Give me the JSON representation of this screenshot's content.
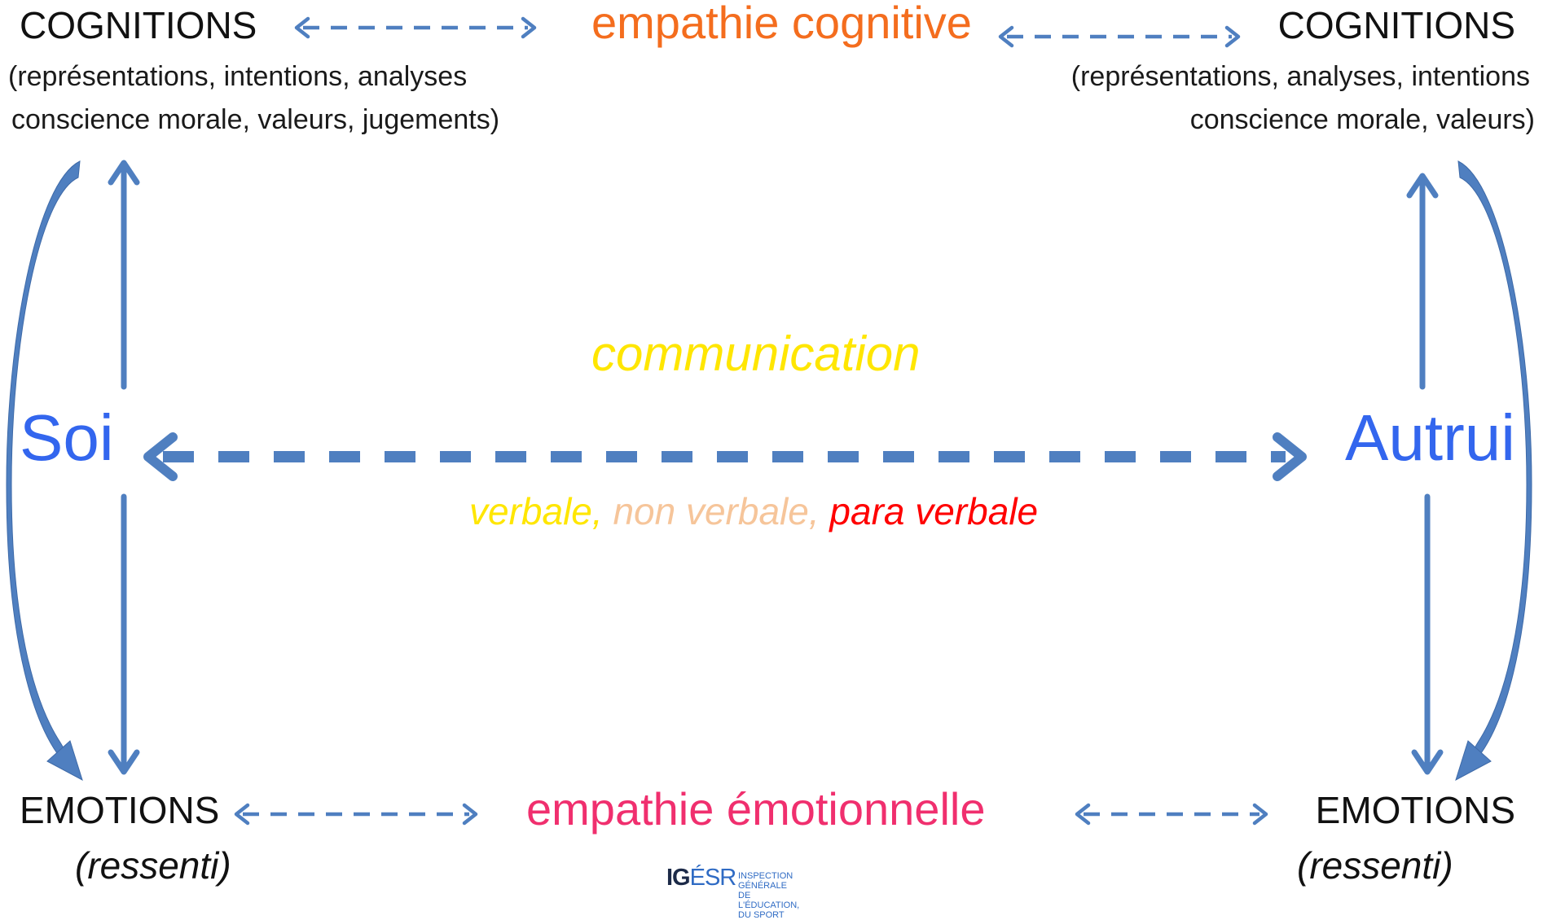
{
  "left": {
    "cognitions": {
      "title": "COGNITIONS",
      "line1": "(représentations, intentions, analyses",
      "line2": "conscience morale, valeurs, jugements)"
    },
    "emotions": {
      "title": "EMOTIONS",
      "sub": "(ressenti)"
    },
    "node": "Soi"
  },
  "right": {
    "cognitions": {
      "title": "COGNITIONS",
      "line1": "(représentations, analyses, intentions",
      "line2": "conscience morale, valeurs)"
    },
    "emotions": {
      "title": "EMOTIONS",
      "sub": "(ressenti)"
    },
    "node": "Autrui"
  },
  "center": {
    "cognitive_empathy": "empathie cognitive",
    "emotional_empathy": "empathie émotionnelle",
    "communication": "communication",
    "modes": [
      {
        "text": "verbale, ",
        "color": "#ffe600"
      },
      {
        "text": "non verbale, ",
        "color": "#f6c59a"
      },
      {
        "text": "para verbale",
        "color": "#ff0000"
      }
    ]
  },
  "logo": {
    "mark_left": "IG",
    "mark_right": "ÉSR",
    "line1": "INSPECTION GÉNÉRALE",
    "line2": "DE L'ÉDUCATION, DU SPORT"
  },
  "colors": {
    "arrow": "#4f7fc0",
    "node_blue": "#3366ee",
    "cognitive_empathy": "#f46d1e",
    "emotional_empathy": "#f02f6e",
    "communication": "#ffe600"
  }
}
